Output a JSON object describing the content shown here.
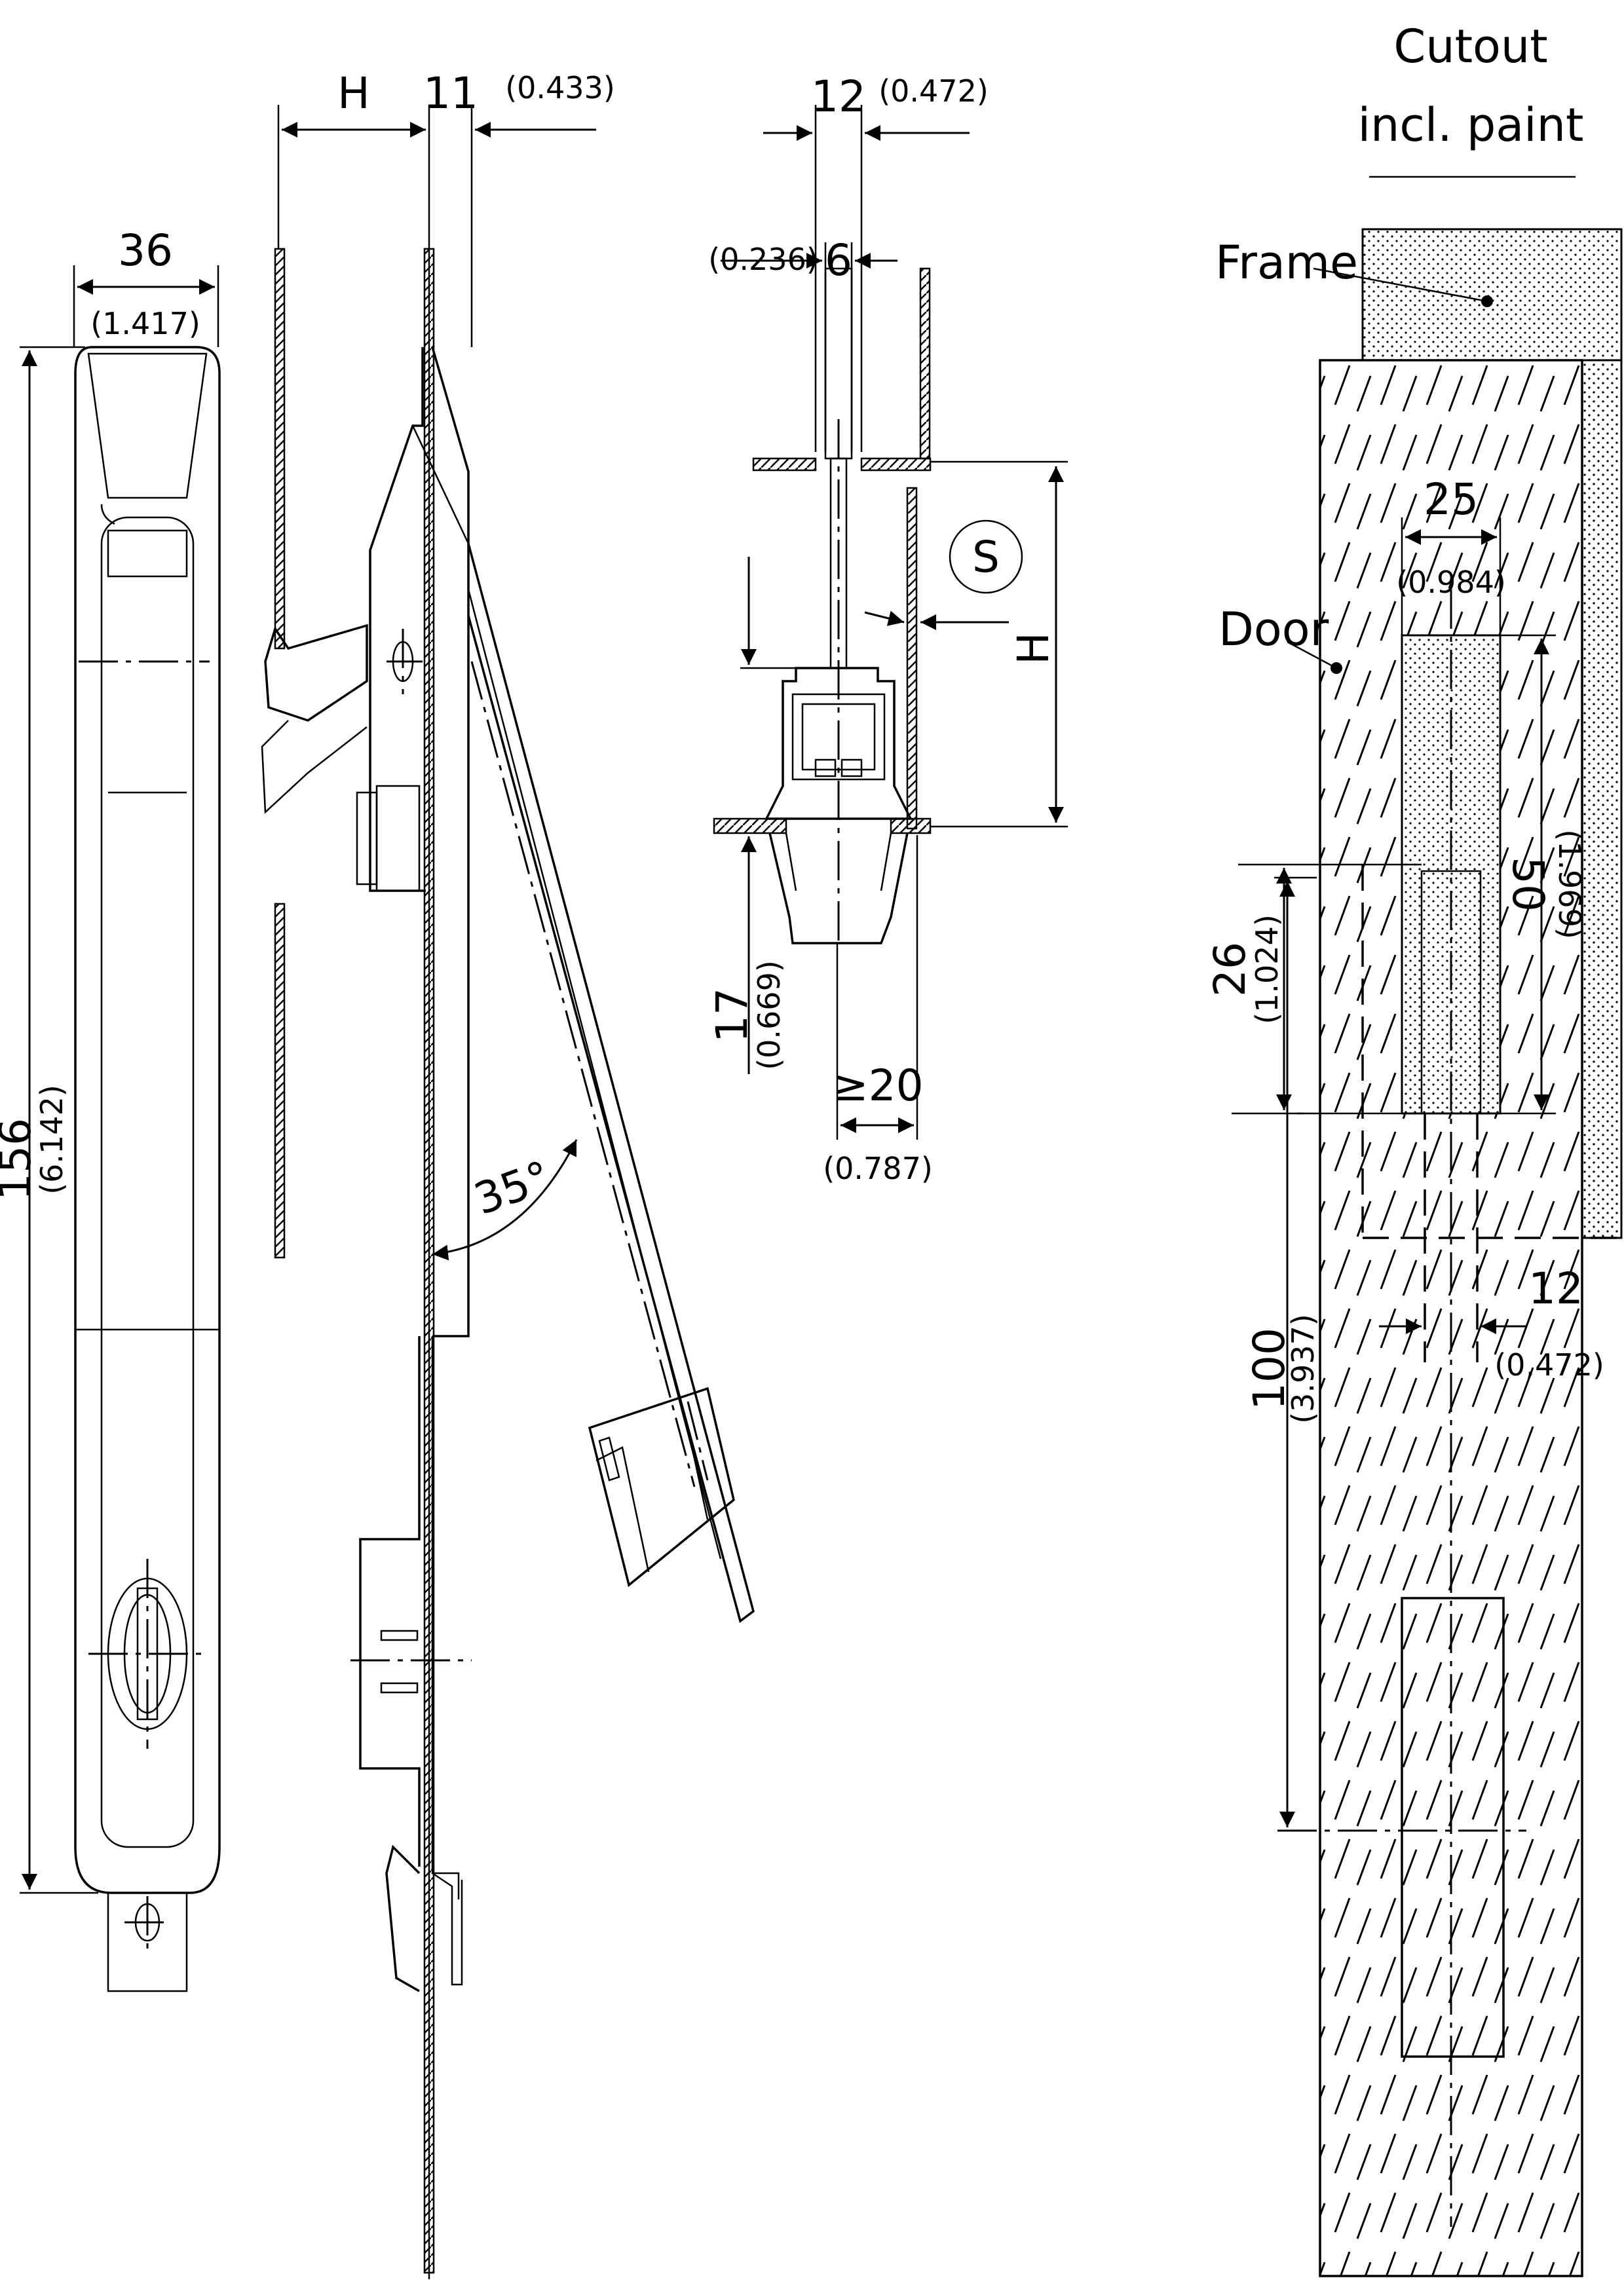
{
  "labels": {
    "cutout_line1": "Cutout",
    "cutout_line2": "incl. paint",
    "frame": "Frame",
    "door": "Door"
  },
  "dimensions": {
    "width_36": "36",
    "width_36_in": "(1.417)",
    "height_156": "156",
    "height_156_in": "(6.142)",
    "h_label": "H",
    "dim_11": "11",
    "dim_11_in": "(0.433)",
    "angle": "35°",
    "dim_12_top": "12",
    "dim_12_top_in": "(0.472)",
    "dim_6": "6",
    "dim_6_in": "(0.236)",
    "s_mark": "S",
    "h_mark": "H",
    "dim_17": "17",
    "dim_17_in": "(0.669)",
    "dim_20": "≥20",
    "dim_20_in": "(0.787)",
    "dim_25": "25",
    "dim_25_in": "(0.984)",
    "dim_50": "50",
    "dim_50_in": "(1.969)",
    "dim_26": "26",
    "dim_26_in": "(1.024)",
    "dim_100": "100",
    "dim_100_in": "(3.937)",
    "dim_12_cut": "12",
    "dim_12_cut_in": "(0,472)"
  },
  "colors": {
    "ink": "#000000",
    "paper": "#ffffff"
  }
}
